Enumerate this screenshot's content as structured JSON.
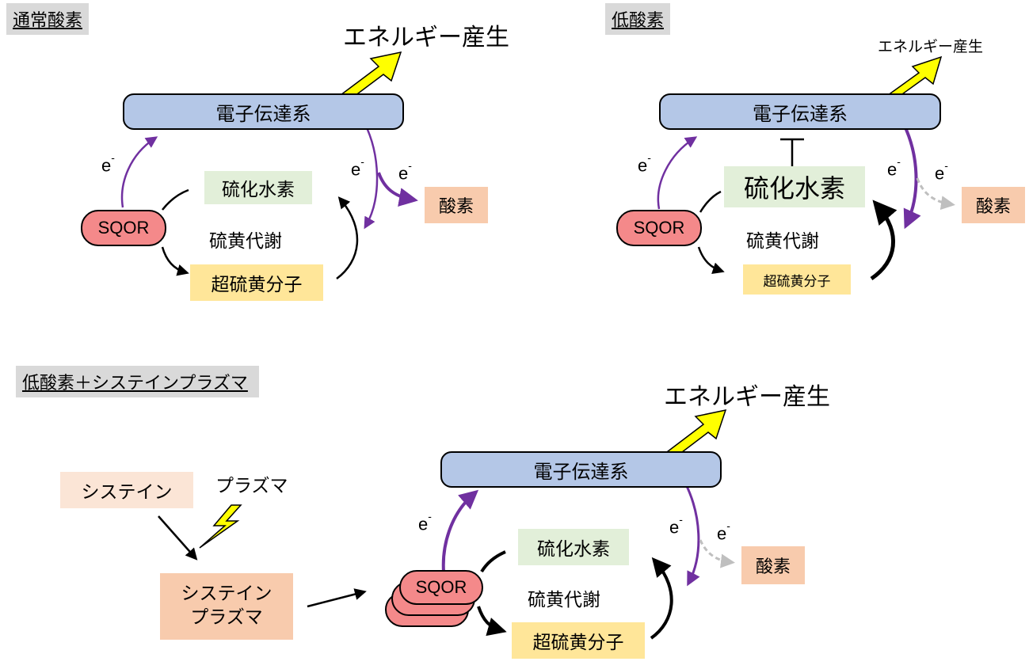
{
  "panels": {
    "normal": {
      "label": "通常酸素",
      "energy": "エネルギー産生",
      "etc": "電子伝達系",
      "h2s": "硫化水素",
      "metabolism": "硫黄代謝",
      "supersulfide": "超硫黄分子",
      "oxygen": "酸素",
      "sqor": "SQOR",
      "electron": "e",
      "electron_sup": "-"
    },
    "hypoxia": {
      "label": "低酸素",
      "energy": "エネルギー産生",
      "etc": "電子伝達系",
      "h2s": "硫化水素",
      "metabolism": "硫黄代謝",
      "supersulfide": "超硫黄分子",
      "oxygen": "酸素",
      "sqor": "SQOR",
      "electron": "e",
      "electron_sup": "-"
    },
    "plasma": {
      "label": "低酸素＋システインプラズマ",
      "energy": "エネルギー産生",
      "etc": "電子伝達系",
      "h2s": "硫化水素",
      "metabolism": "硫黄代謝",
      "supersulfide": "超硫黄分子",
      "oxygen": "酸素",
      "sqor": "SQOR",
      "electron": "e",
      "electron_sup": "-",
      "cysteine": "システイン",
      "plasma_word": "プラズマ",
      "cys_plasma_line1": "システイン",
      "cys_plasma_line2": "プラズマ"
    }
  },
  "colors": {
    "etc": "#b4c7e7",
    "sqor": "#f4898a",
    "h2s": "#e2efd9",
    "supersulfide": "#ffe699",
    "oxygen": "#f8cbad",
    "cysteine": "#fbe5d6",
    "electron_arrow": "#7030a0",
    "energy_arrow": "#ffff00",
    "inhibited_arrow": "#bfbfbf"
  }
}
